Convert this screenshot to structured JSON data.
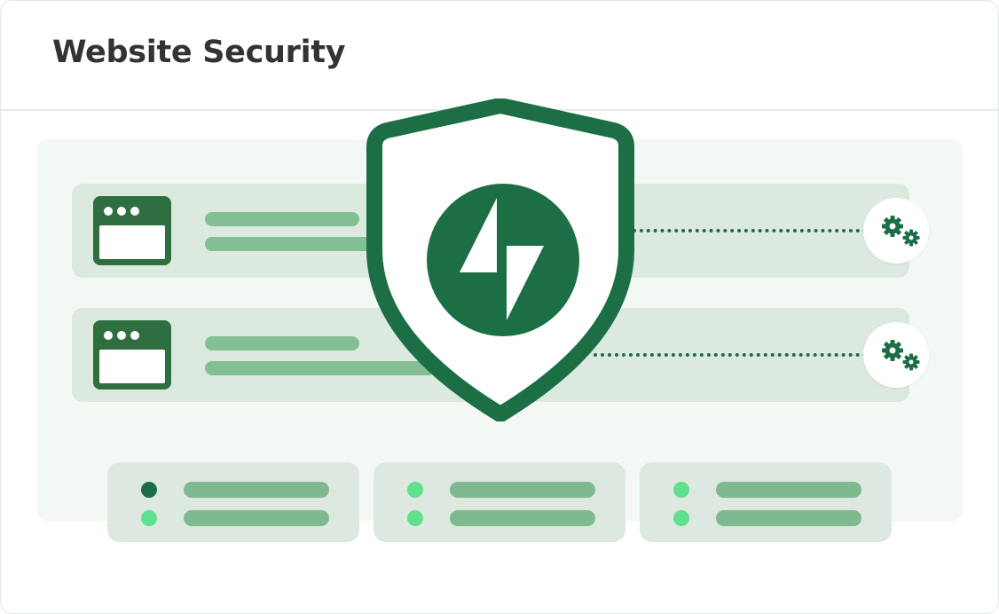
{
  "header": {
    "title": "Website Security"
  },
  "colors": {
    "brand_green": "#1c6e45",
    "light_green_line": "#82bf93",
    "row_bg": "#dce9df",
    "dot_active": "#1c6e45",
    "dot_ok": "#5fe08d"
  },
  "icons": {
    "browser": "browser-window-icon",
    "shield": "shield-icon",
    "bolt": "bolt-icon",
    "gears": "gears-icon"
  },
  "sites": [
    {
      "status_dot": "active"
    },
    {
      "status_dot": "ok"
    },
    {
      "status_dot": "ok"
    }
  ]
}
